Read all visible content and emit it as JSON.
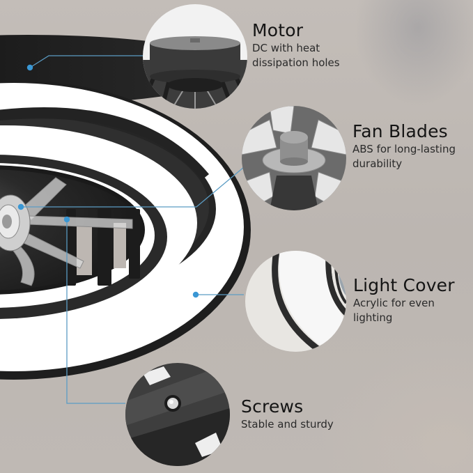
{
  "features": [
    {
      "id": "motor",
      "title": "Motor",
      "description_lines": [
        "DC with heat",
        "dissipation holes"
      ]
    },
    {
      "id": "fan-blades",
      "title": "Fan Blades",
      "description_lines": [
        "ABS for long-lasting",
        "durability"
      ]
    },
    {
      "id": "light-cover",
      "title": "Light Cover",
      "description_lines": [
        "Acrylic for even",
        "lighting"
      ]
    },
    {
      "id": "screws",
      "title": "Screws",
      "description_lines": [
        "Stable and sturdy"
      ]
    }
  ],
  "colors": {
    "background": "#bdb7b2",
    "callout_line": "#5b9cc4",
    "callout_dot": "#3a97d4",
    "fan_black": "#222222",
    "light_white": "#ffffff"
  }
}
